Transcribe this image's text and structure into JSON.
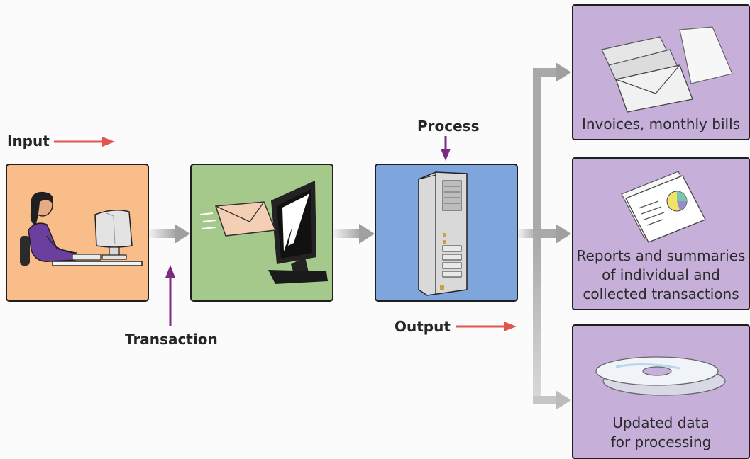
{
  "labels": {
    "input": "Input",
    "transaction": "Transaction",
    "process": "Process",
    "output": "Output"
  },
  "outputs": [
    {
      "lines": [
        "Invoices, monthly bills"
      ]
    },
    {
      "lines": [
        "Reports and summaries",
        "of individual and",
        "collected transactions"
      ]
    },
    {
      "lines": [
        "Updated data",
        "for processing"
      ]
    }
  ],
  "colors": {
    "input_box": "#f9bd8a",
    "transaction_box": "#a5c98a",
    "process_box": "#7ea6dc",
    "output_box": "#c6afd9",
    "red_arrow": "#e0554f",
    "purple_arrow": "#7d2a82",
    "gray_arrow": "#a5a5a5"
  }
}
